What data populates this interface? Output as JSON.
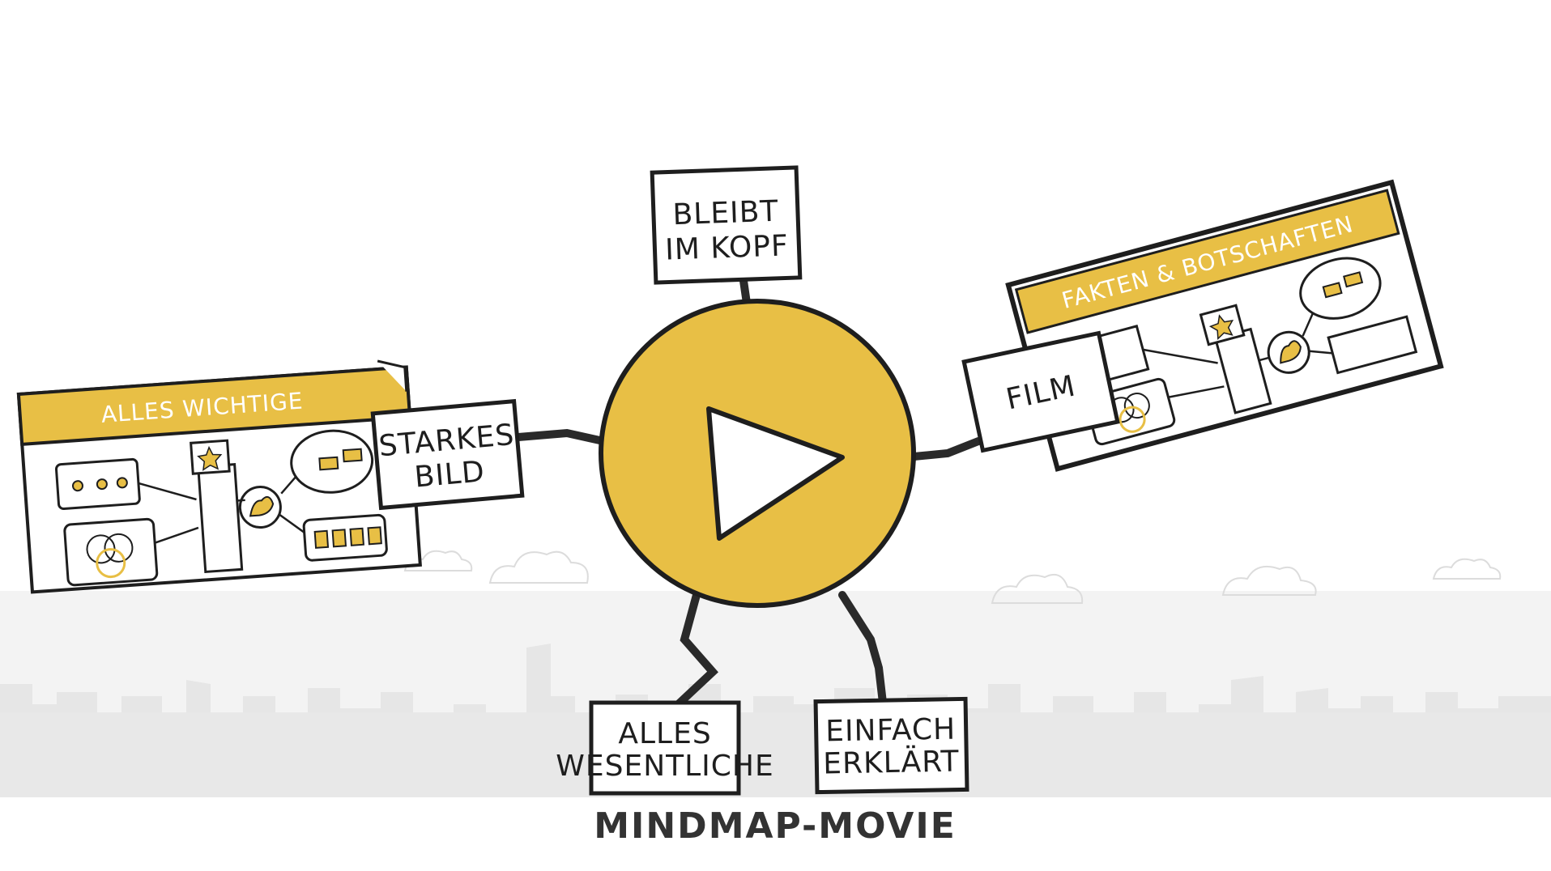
{
  "colors": {
    "accent": "#e8bf45",
    "ink": "#1e1e1e",
    "skyline": "#e9e9e9",
    "cloud": "#dcdcdc"
  },
  "center": {
    "icon": "play-icon"
  },
  "nodes": {
    "top": {
      "line1": "BLEIBT",
      "line2": "IM KOPF"
    },
    "left": {
      "line1": "STARKES",
      "line2": "BILD"
    },
    "right": {
      "line1": "FILM"
    },
    "bottom_left": {
      "line1": "ALLES",
      "line2": "WESENTLICHE"
    },
    "bottom_right": {
      "line1": "EINFACH",
      "line2": "ERKLÄRT"
    }
  },
  "cards": {
    "left": {
      "banner": "ALLES WICHTIGE"
    },
    "right": {
      "banner": "FAKTEN & BOTSCHAFTEN"
    }
  },
  "title": "MINDMAP-MOVIE"
}
